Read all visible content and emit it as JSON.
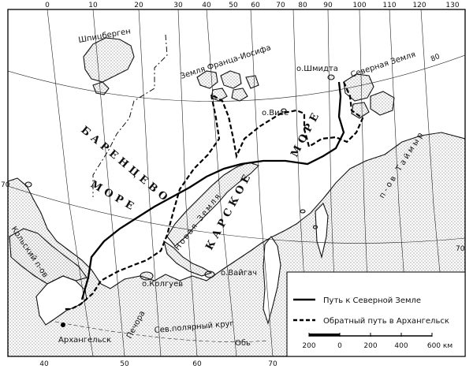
{
  "map": {
    "top_scale": [
      "0",
      "10",
      "20",
      "30",
      "40",
      "50",
      "60",
      "70",
      "80",
      "90",
      "100",
      "110",
      "120",
      "130"
    ],
    "bottom_scale": [
      "40",
      "50",
      "60",
      "70"
    ],
    "left_scale": [
      "70"
    ],
    "right_scale": [
      "80",
      "70"
    ],
    "places": {
      "spitsbergen": "Шпицберген",
      "franz_josef": "Земля Франца-Иосифа",
      "schmidt": "о.Шмидта",
      "severnaya": "Северная Земля",
      "vize": "о.Визе",
      "taymyr": "п-ов Таймыр",
      "kola": "Кольский п-ов",
      "kolguev": "о.Колгуев",
      "vaygach": "о.Вайгач",
      "novaya": "Новая Земля",
      "arkhangelsk": "Архангельск",
      "pechora": "Печора",
      "ob": "Обь",
      "polar_circle": "Сев.полярный круг"
    },
    "seas": {
      "barents_1": "БАРЕНЦЕВО",
      "barents_2": "МОРЕ",
      "kara_1": "КАРСКОЕ",
      "kara_2": "МОРЕ"
    }
  },
  "legend": {
    "route_to": "Путь к Северной Земле",
    "route_back": "Обратный путь в Архангельск",
    "scale_ticks": [
      "200",
      "0",
      "200",
      "400",
      "600 км"
    ]
  },
  "colors": {
    "ink": "#111111",
    "paper": "#ffffff"
  }
}
